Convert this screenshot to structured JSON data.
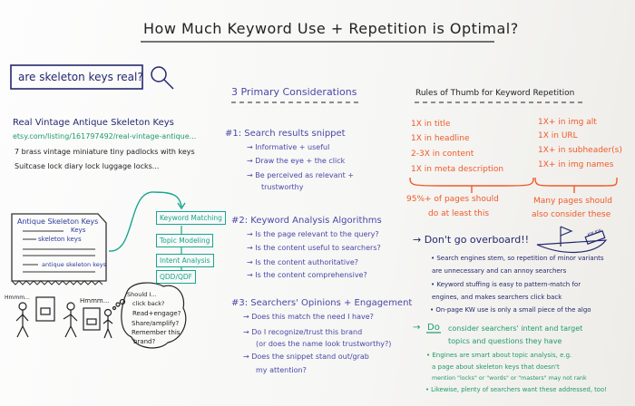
{
  "title": "How Much Keyword Use + Repetition is Optimal?",
  "search": {
    "query": "are skeleton keys real?",
    "icon": "magnifier-icon"
  },
  "serp": {
    "title": "Real Vintage Antique Skeleton Keys",
    "url": "etsy.com/listing/161797492/real-vintage-antique...",
    "snippet": [
      "7 brass vintage miniature tiny padlocks with keys",
      "Suitcase lock diary lock luggage locks..."
    ]
  },
  "document": {
    "title": "Antique Skeleton Keys",
    "lines": [
      "Keys",
      "skeleton keys",
      "antique skeleton keys"
    ]
  },
  "flow": [
    "Keyword Matching",
    "Topic Modeling",
    "Intent Analysis",
    "QDD/QDF"
  ],
  "people": {
    "hmm1": "Hmmm...",
    "hmm2": "Hmmm...",
    "thought": [
      "Should I...",
      "click back?",
      "Read+engage?",
      "Share/amplify?",
      "Remember this",
      "brand?"
    ]
  },
  "considerations": {
    "heading": "3 Primary Considerations",
    "items": [
      {
        "label": "#1: Search results snippet",
        "points": [
          "→ Informative + useful",
          "→ Draw the eye + the click",
          "→ Be perceived as relevant +",
          "trustworthy"
        ]
      },
      {
        "label": "#2: Keyword Analysis Algorithms",
        "points": [
          "→ Is the page relevant to the query?",
          "→ Is the content useful to searchers?",
          "→ Is the content authoritative?",
          "→ Is the content comprehensive?"
        ]
      },
      {
        "label": "#3: Searchers' Opinions + Engagement",
        "points": [
          "→ Does this match the need I have?",
          "→ Do I recognize/trust this brand",
          "(or does the name look trustworthy?)",
          "→ Does the snippet stand out/grab",
          "my attention?"
        ]
      }
    ]
  },
  "rules": {
    "heading": "Rules of Thumb for Keyword Repetition",
    "left": [
      "1X in title",
      "1X in headline",
      "2-3X in content",
      "1X in meta description"
    ],
    "left_note": [
      "95%+ of pages should",
      "do at least this"
    ],
    "right": [
      "1X+ in img alt",
      "1X in URL",
      "1X+ in subheader(s)",
      "1X+ in img names"
    ],
    "right_note": [
      "Many pages should",
      "also consider these"
    ]
  },
  "overboard": {
    "heading": "→ Don't go overboard!!",
    "boat_tag": "KW KW",
    "bullets": [
      "• Search engines stem, so repetition of minor variants",
      "are unnecessary and can annoy searchers",
      "• Keyword stuffing is easy to pattern-match for",
      "engines, and makes searchers click back",
      "• On-page KW use is only a small piece of the algo"
    ]
  },
  "do": {
    "arrow": "→",
    "word": "Do",
    "heading": "consider searchers' intent and target",
    "heading2": "topics and questions they have",
    "bullets": [
      "• Engines are smart about topic analysis, e.g.",
      "a page about skeleton keys that doesn't",
      "mention \"locks\" or \"words\" or \"masters\" may not rank",
      "• Likewise, plenty of searchers want these addressed, too!"
    ]
  },
  "colors": {
    "navy": "#23286e",
    "green": "#1f9a6a",
    "teal": "#18a58e",
    "orange": "#f05a28"
  }
}
